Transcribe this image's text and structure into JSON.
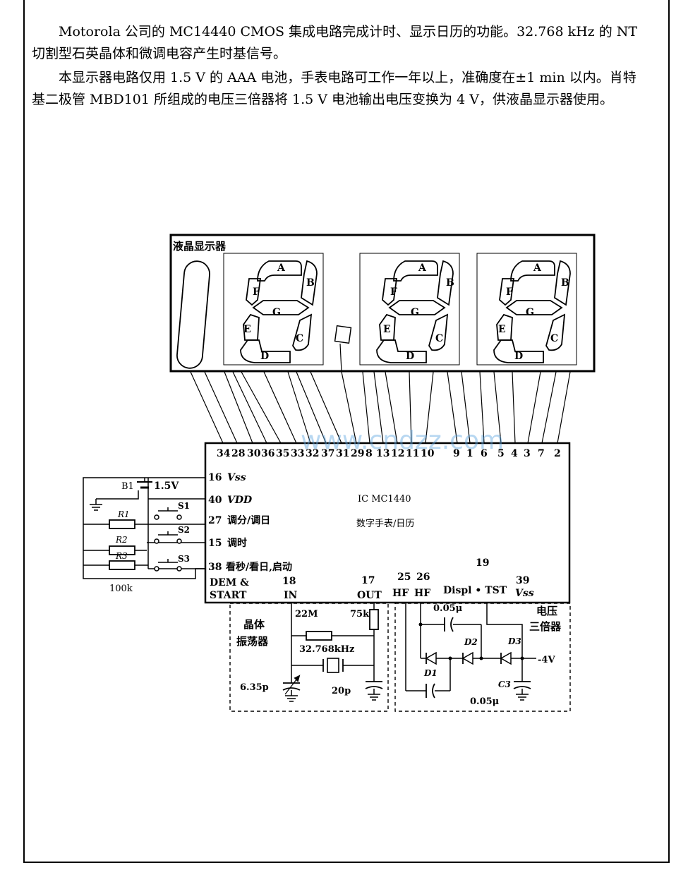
{
  "text": {
    "para1": "Motorola 公司的 MC14440 CMOS 集成电路完成计时、显示日历的功能。32.768 kHz 的 NT 切割型石英晶体和微调电容产生时基信号。",
    "para2": "本显示器电路仅用 1.5 V 的 AAA 电池，手表电路可工作一年以上，准确度在±1 min 以内。肖特基二极管 MBD101 所组成的电压三倍器将 1.5 V 电池输出电压变换为 4 V，供液晶显示器使用。"
  },
  "lcd": {
    "title": "液晶显示器",
    "segments": [
      "A",
      "B",
      "F",
      "G",
      "E",
      "C",
      "D"
    ]
  },
  "ic": {
    "name": "IC   MC1440",
    "desc": "数字手表/日历",
    "top_pins": [
      "34",
      "28",
      "30",
      "36",
      "35",
      "33",
      "32",
      "37",
      "31",
      "29",
      "8",
      "13",
      "12",
      "11",
      "10",
      "9",
      "1",
      "6",
      "5",
      "4",
      "3",
      "7",
      "2"
    ],
    "left_pins": [
      {
        "num": "16",
        "label": "Vss"
      },
      {
        "num": "40",
        "label": "VDD"
      },
      {
        "num": "27",
        "label": "调分/调日"
      },
      {
        "num": "15",
        "label": "调时"
      },
      {
        "num": "38",
        "label": "看秒/看日,启动"
      }
    ],
    "bottom": {
      "dem": "DEM &",
      "start": "START",
      "p18": "18",
      "in": "IN",
      "p17": "17",
      "out": "OUT",
      "p25": "25",
      "p26": "26",
      "hf1": "HF",
      "hf2": "HF",
      "p19": "19",
      "displ": "Displ • TST",
      "p39": "39",
      "vss": "Vss"
    }
  },
  "left_circuit": {
    "battery": "B1",
    "battery_v": "1.5V",
    "r1": "R1",
    "r2": "R2",
    "r3": "R3",
    "r3_val": "100k",
    "s1": "S1",
    "s2": "S2",
    "s3": "S3"
  },
  "oscillator": {
    "label1": "晶体",
    "label2": "振荡器",
    "r_22m": "22M",
    "r_75k": "75k",
    "crystal": "32.768kHz",
    "cap_trim": "6.35p",
    "cap_20p": "20p"
  },
  "tripler": {
    "label1": "电压",
    "label2": "三倍器",
    "c_top": "0.05μ",
    "d1": "D1",
    "d2": "D2",
    "d3": "D3",
    "out": "-4V",
    "c3": "C3",
    "c_bottom": "0.05μ"
  },
  "watermark": "www.cndzz.com"
}
